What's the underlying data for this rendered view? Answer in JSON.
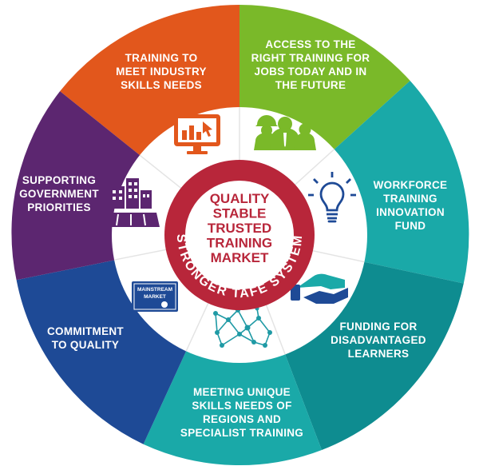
{
  "colors": {
    "industry": "#e2571c",
    "access": "#7ab929",
    "teal": "#1aa9a8",
    "teal_dark": "#0e8c90",
    "quality": "#1e4a96",
    "government": "#5c2670",
    "inner_ring": "#b8263a",
    "icon_blue": "#2b4b95",
    "icon_teal": "#1f9aa5"
  },
  "segments": [
    {
      "id": "industry",
      "lines": [
        "TRAINING TO",
        "MEET INDUSTRY",
        "SKILLS NEEDS"
      ],
      "icon": "computer-chart-icon"
    },
    {
      "id": "access",
      "lines": [
        "ACCESS TO THE",
        "RIGHT TRAINING FOR",
        "JOBS TODAY AND IN",
        "THE FUTURE"
      ],
      "icon": "workers-group-icon"
    },
    {
      "id": "workforce",
      "lines": [
        "WORKFORCE",
        "TRAINING",
        "INNOVATION",
        "FUND"
      ],
      "icon": "lightbulb-icon"
    },
    {
      "id": "disadvantaged",
      "lines": [
        "FUNDING FOR",
        "DISADVANTAGED",
        "LEARNERS"
      ],
      "icon": "helping-hand-icon"
    },
    {
      "id": "regions",
      "lines": [
        "MEETING UNIQUE",
        "SKILLS NEEDS OF",
        "REGIONS AND",
        "SPECIALIST TRAINING"
      ],
      "icon": "network-icon"
    },
    {
      "id": "quality",
      "lines": [
        "COMMITMENT",
        "TO QUALITY"
      ],
      "icon": "certificate-plaque-icon"
    },
    {
      "id": "government",
      "lines": [
        "SUPPORTING",
        "GOVERNMENT",
        "PRIORITIES"
      ],
      "icon": "buildings-icon"
    }
  ],
  "center": {
    "lines": [
      "QUALITY",
      "STABLE",
      "TRUSTED",
      "TRAINING",
      "MARKET"
    ]
  },
  "ring_text": "STRONGER TAFE SYSTEM",
  "plaque": {
    "line1": "MAINSTREAM",
    "line2": "MARKET"
  }
}
